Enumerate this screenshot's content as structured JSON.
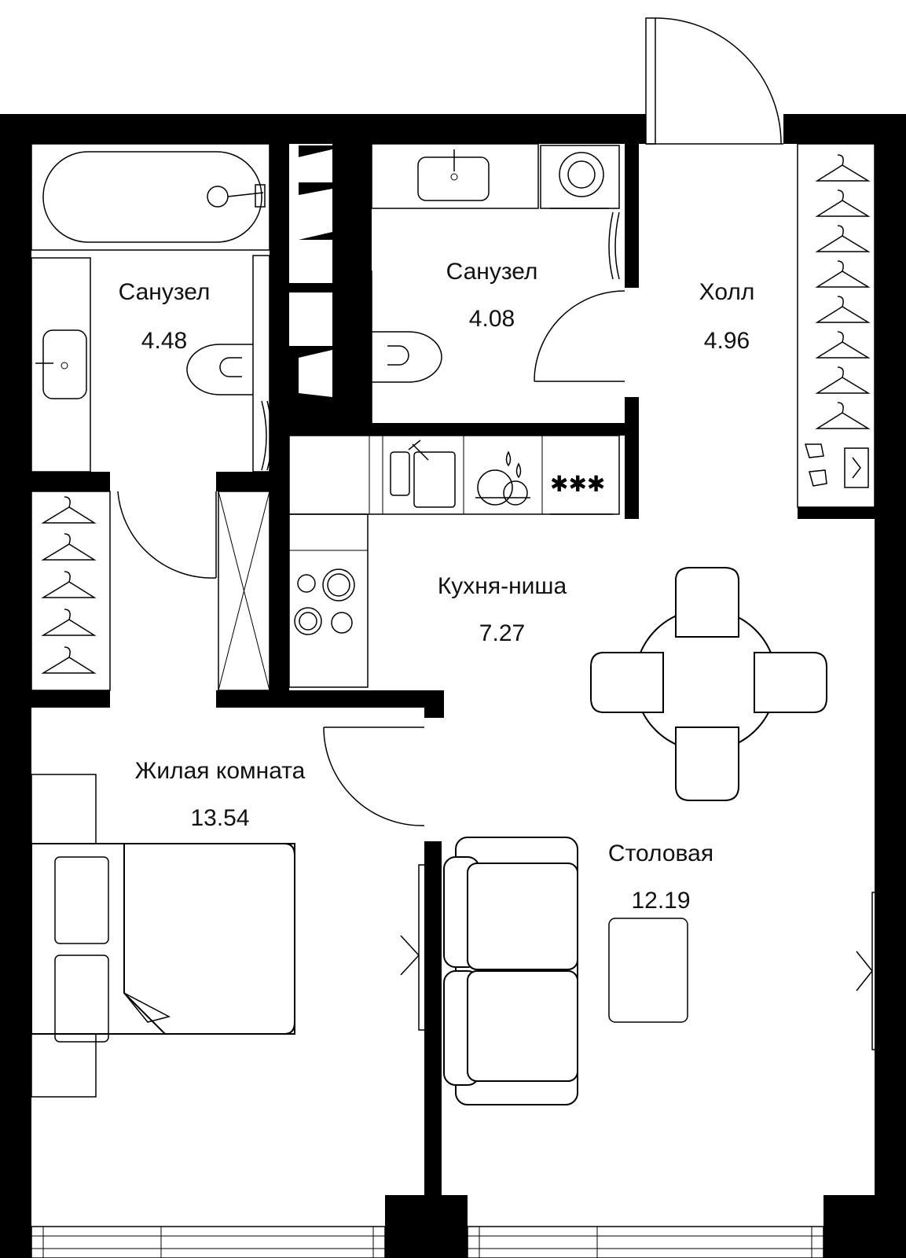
{
  "rooms": [
    {
      "id": "bathroom-1",
      "name": "Санузел",
      "area": "4.48"
    },
    {
      "id": "bathroom-2",
      "name": "Санузел",
      "area": "4.08"
    },
    {
      "id": "hall",
      "name": "Холл",
      "area": "4.96"
    },
    {
      "id": "kitchen",
      "name": "Кухня-ниша",
      "area": "7.27"
    },
    {
      "id": "living-room",
      "name": "Жилая комната",
      "area": "13.54"
    },
    {
      "id": "dining-room",
      "name": "Столовая",
      "area": "12.19"
    }
  ]
}
